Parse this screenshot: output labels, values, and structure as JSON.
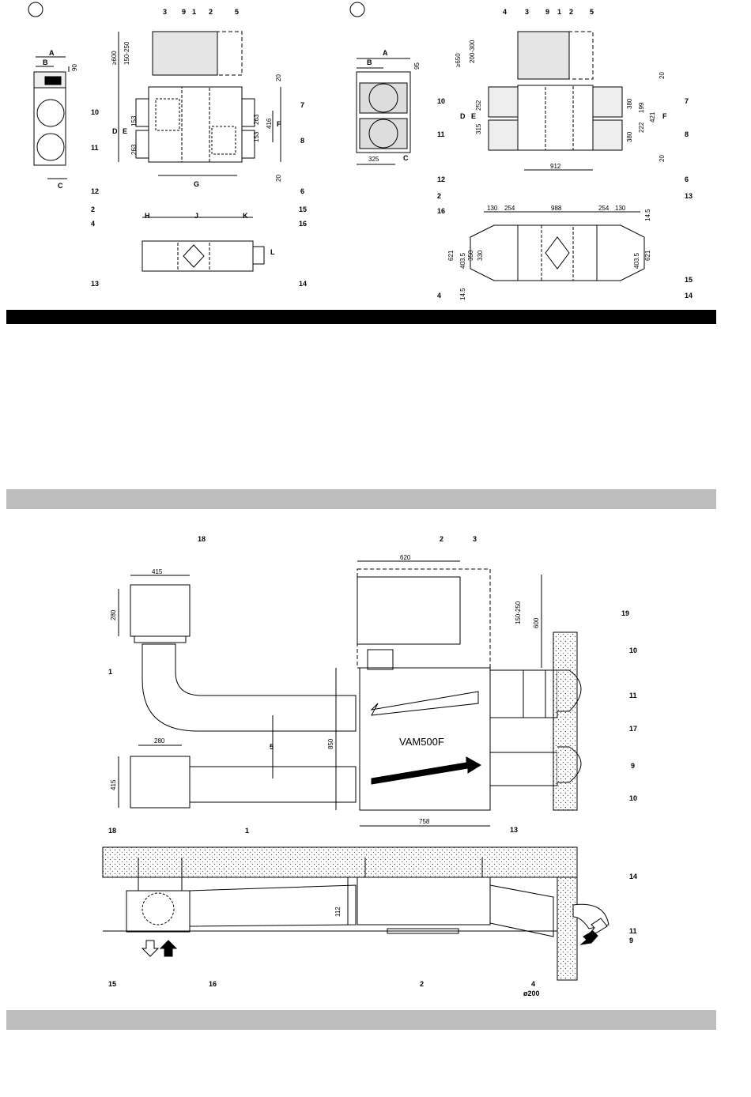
{
  "diagram_a": {
    "labels": [
      "A",
      "B",
      "C",
      "D",
      "E",
      "F",
      "G",
      "H",
      "J",
      "K",
      "L"
    ],
    "callouts": [
      "1",
      "2",
      "3",
      "4",
      "5",
      "6",
      "7",
      "8",
      "9",
      "10",
      "11",
      "12",
      "13",
      "14",
      "15",
      "16"
    ],
    "dims": [
      "90",
      "≥600",
      "150-250",
      "153",
      "263",
      "263",
      "153",
      "416",
      "20",
      "20"
    ]
  },
  "diagram_b": {
    "callouts": [
      "1",
      "2",
      "3",
      "4",
      "5",
      "6",
      "7",
      "8",
      "9",
      "10",
      "11",
      "12",
      "13",
      "14",
      "15",
      "16"
    ],
    "dims": [
      "95",
      "≥650",
      "200-300",
      "20",
      "252",
      "315",
      "380",
      "199",
      "421",
      "222",
      "380",
      "20",
      "325",
      "912",
      "130",
      "254",
      "988",
      "254",
      "130",
      "14.5",
      "621",
      "403.5",
      "350",
      "330",
      "403.5",
      "621",
      "14.5"
    ]
  },
  "installation": {
    "model": "VAM500F",
    "callouts": [
      "1",
      "1",
      "2",
      "3",
      "5",
      "9",
      "10",
      "10",
      "11",
      "17",
      "18",
      "18",
      "19"
    ],
    "dims": [
      "415",
      "280",
      "280",
      "415",
      "620",
      "150-250",
      "600",
      "850",
      "758"
    ]
  },
  "side_view": {
    "callouts": [
      "2",
      "4",
      "9",
      "11",
      "13",
      "14",
      "15",
      "16"
    ],
    "dims": [
      "112",
      "ø200"
    ]
  }
}
